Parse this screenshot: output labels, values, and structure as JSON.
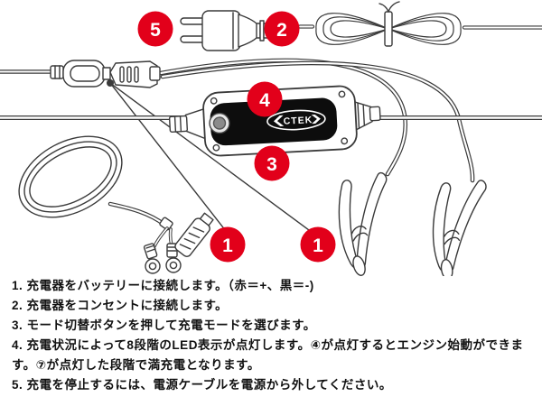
{
  "type": "battery-charger-instruction-diagram",
  "brand": "CTEK",
  "colors": {
    "callout_red": "#e2001a",
    "line_art": "#3a3a3a",
    "charger_panel": "#0d0d0d"
  },
  "callouts": {
    "c1": "1",
    "c2": "2",
    "c3": "3",
    "c4": "4",
    "c5": "5"
  },
  "parts": {
    "p1": "battery-connection-cables",
    "p2": "power-cable-bundle",
    "p3": "mode-select-button",
    "p4": "charger-led-display",
    "p5": "mains-plug"
  },
  "instructions": [
    "1. 充電器をバッテリーに接続します。（赤＝+、黒＝-)",
    "2. 充電器をコンセントに接続します。",
    "3. モード切替ボタンを押して充電モードを選びます。",
    "4. 充電状況によって8段階のLED表示が点灯します。④が点灯するとエンジン始動ができます。⑦が点灯した段階で満充電となります。",
    "5. 充電を停止するには、電源ケーブルを電源から外してください。"
  ]
}
